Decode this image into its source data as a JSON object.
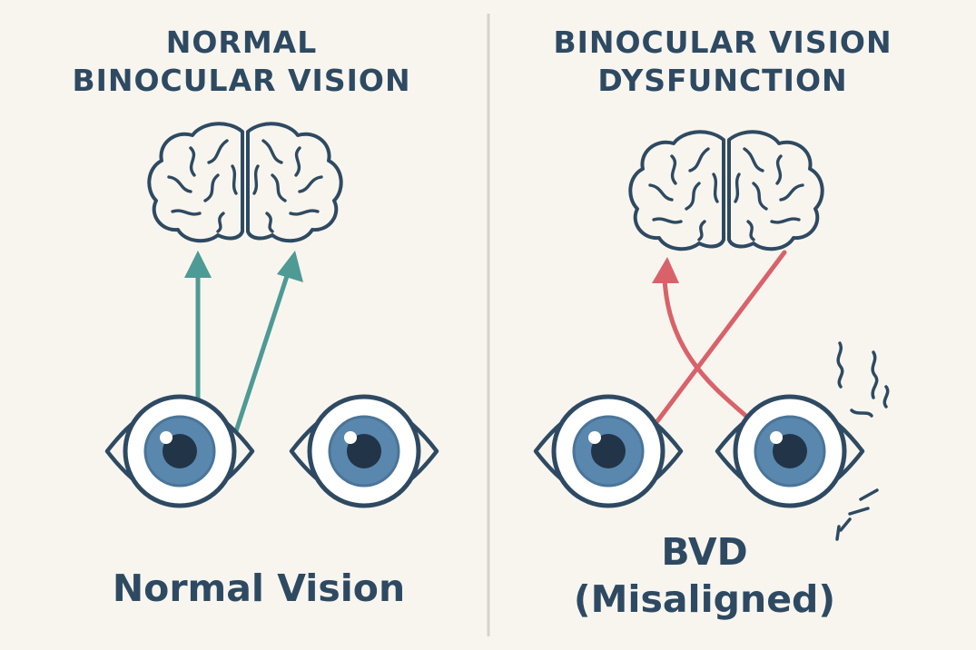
{
  "colors": {
    "background": "#f8f5ef",
    "outline": "#2e4a62",
    "iris": "#5a87ad",
    "pupil": "#223447",
    "normal_arrow": "#4e9a94",
    "misaligned_arrow": "#d9626a",
    "divider": "#d6d3cc"
  },
  "left_panel": {
    "title_line1": "NORMAL",
    "title_line2": "BINOCULAR VISION",
    "caption": "Normal Vision",
    "icons": [
      "brain-icon",
      "eye-icon",
      "eye-icon",
      "arrow-icon",
      "arrow-icon"
    ]
  },
  "right_panel": {
    "title_line1": "BINOCULAR VISION",
    "title_line2": "DYSFUNCTION",
    "caption_line1": "BVD",
    "caption_line2": "(Misaligned)",
    "icons": [
      "brain-icon",
      "eye-icon",
      "eye-icon",
      "crossed-arrow-icon",
      "strain-lines-icon"
    ]
  }
}
